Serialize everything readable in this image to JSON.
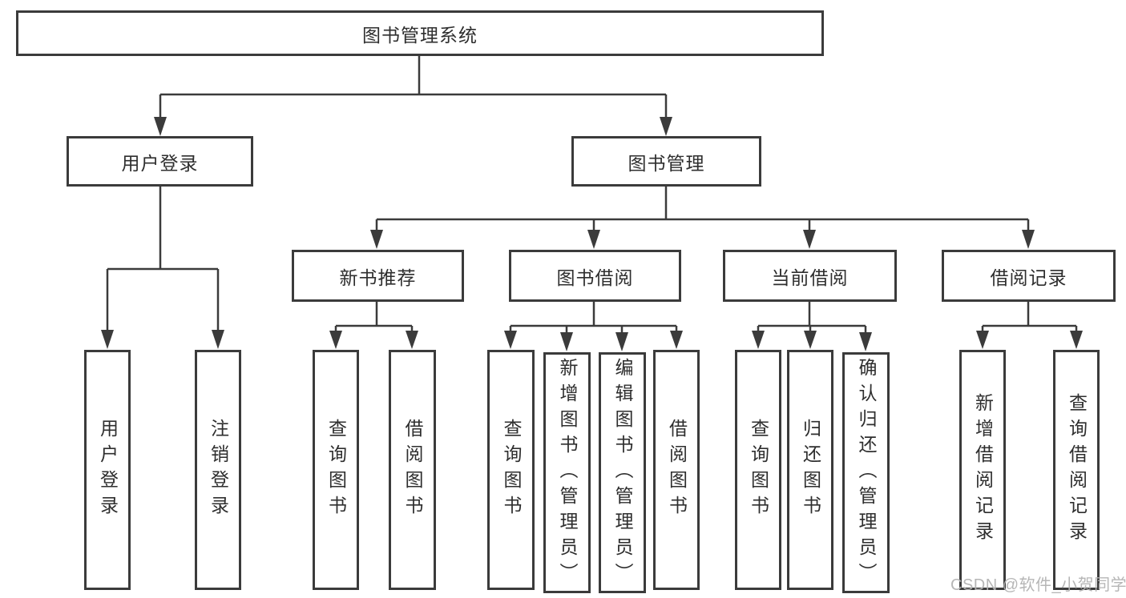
{
  "diagram": {
    "root": {
      "label": "图书管理系统",
      "children": [
        {
          "label": "用户登录",
          "children": [
            {
              "label": "用户登录"
            },
            {
              "label": "注销登录"
            }
          ]
        },
        {
          "label": "图书管理",
          "children": [
            {
              "label": "新书推荐",
              "children": [
                {
                  "label": "查询图书"
                },
                {
                  "label": "借阅图书"
                }
              ]
            },
            {
              "label": "图书借阅",
              "children": [
                {
                  "label": "查询图书"
                },
                {
                  "label": "新增图书（管理员）"
                },
                {
                  "label": "编辑图书（管理员）"
                },
                {
                  "label": "借阅图书"
                }
              ]
            },
            {
              "label": "当前借阅",
              "children": [
                {
                  "label": "查询图书"
                },
                {
                  "label": "归还图书"
                },
                {
                  "label": "确认归还（管理员）"
                }
              ]
            },
            {
              "label": "借阅记录",
              "children": [
                {
                  "label": "新增借阅记录"
                },
                {
                  "label": "查询借阅记录"
                }
              ]
            }
          ]
        }
      ]
    }
  },
  "watermark": {
    "text": "CSDN @软件_小贺同学"
  },
  "colors": {
    "line": "#3b3b3b",
    "box_border": "#3b3b3b",
    "text": "#2e2e2e",
    "background": "#ffffff",
    "watermark": "#b2b2b2"
  }
}
